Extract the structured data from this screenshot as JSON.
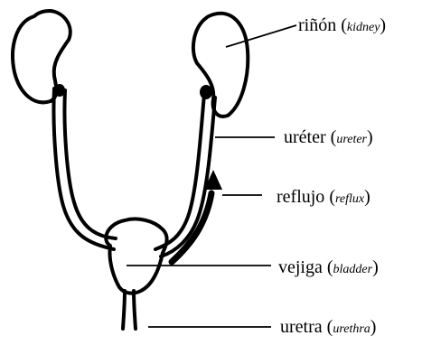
{
  "labels": {
    "kidney": {
      "es": "riñón",
      "en": "kidney"
    },
    "ureter": {
      "es": "uréter",
      "en": "ureter"
    },
    "reflux": {
      "es": "reflujo",
      "en": "reflux"
    },
    "bladder": {
      "es": "vejiga",
      "en": "bladder"
    },
    "urethra": {
      "es": "uretra",
      "en": "urethra"
    }
  }
}
